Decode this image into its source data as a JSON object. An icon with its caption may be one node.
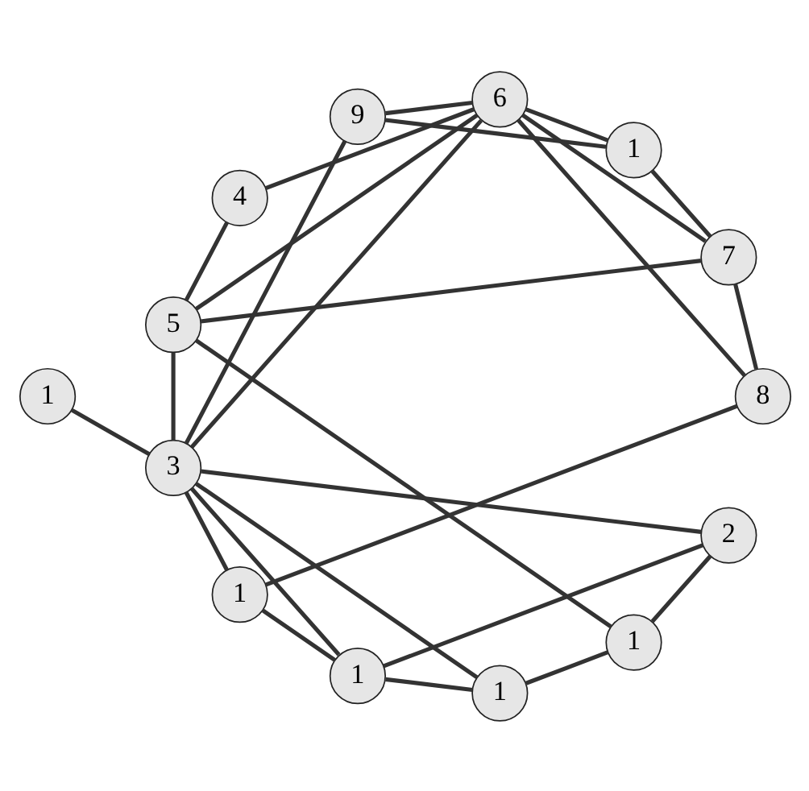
{
  "diagram": {
    "nodes": [
      {
        "text": [
          "1"
        ]
      },
      {
        "text": [
          "2"
        ]
      },
      {
        "text": [
          "3"
        ]
      },
      {
        "text": [
          "4"
        ]
      },
      {
        "text": [
          "5"
        ]
      },
      {
        "text": [
          "6"
        ]
      },
      {
        "text": [
          "7"
        ]
      },
      {
        "text": [
          "8"
        ]
      },
      {
        "text": [
          "9"
        ]
      },
      {
        "text": [
          "1"
        ]
      },
      {
        "text": [
          "1"
        ]
      },
      {
        "text": [
          "1"
        ]
      },
      {
        "text": [
          "1"
        ]
      },
      {
        "text": [
          "1"
        ]
      }
    ],
    "edges": [
      {
        "from": 0,
        "to": 2,
        "arrow": "none"
      },
      {
        "from": 1,
        "to": 2,
        "arrow": "none"
      },
      {
        "from": 1,
        "to": 12,
        "arrow": "none"
      },
      {
        "from": 1,
        "to": 10,
        "arrow": "none"
      },
      {
        "from": 2,
        "to": 13,
        "arrow": "none"
      },
      {
        "from": 2,
        "to": 12,
        "arrow": "none"
      },
      {
        "from": 2,
        "to": 11,
        "arrow": "none"
      },
      {
        "from": 2,
        "to": 8,
        "arrow": "none"
      },
      {
        "from": 2,
        "to": 5,
        "arrow": "none"
      },
      {
        "from": 2,
        "to": 4,
        "arrow": "none"
      },
      {
        "from": 3,
        "to": 5,
        "arrow": "none"
      },
      {
        "from": 3,
        "to": 4,
        "arrow": "none"
      },
      {
        "from": 4,
        "to": 5,
        "arrow": "none"
      },
      {
        "from": 4,
        "to": 6,
        "arrow": "none"
      },
      {
        "from": 4,
        "to": 10,
        "arrow": "none"
      },
      {
        "from": 5,
        "to": 9,
        "arrow": "none"
      },
      {
        "from": 5,
        "to": 8,
        "arrow": "none"
      },
      {
        "from": 5,
        "to": 6,
        "arrow": "none"
      },
      {
        "from": 5,
        "to": 7,
        "arrow": "none"
      },
      {
        "from": 6,
        "to": 9,
        "arrow": "none"
      },
      {
        "from": 6,
        "to": 7,
        "arrow": "none"
      },
      {
        "from": 7,
        "to": 13,
        "arrow": "none"
      },
      {
        "from": 8,
        "to": 9,
        "arrow": "none"
      },
      {
        "from": 11,
        "to": 12,
        "arrow": "none"
      },
      {
        "from": 10,
        "to": 11,
        "arrow": "none"
      },
      {
        "from": 12,
        "to": 13,
        "arrow": "none"
      }
    ]
  }
}
